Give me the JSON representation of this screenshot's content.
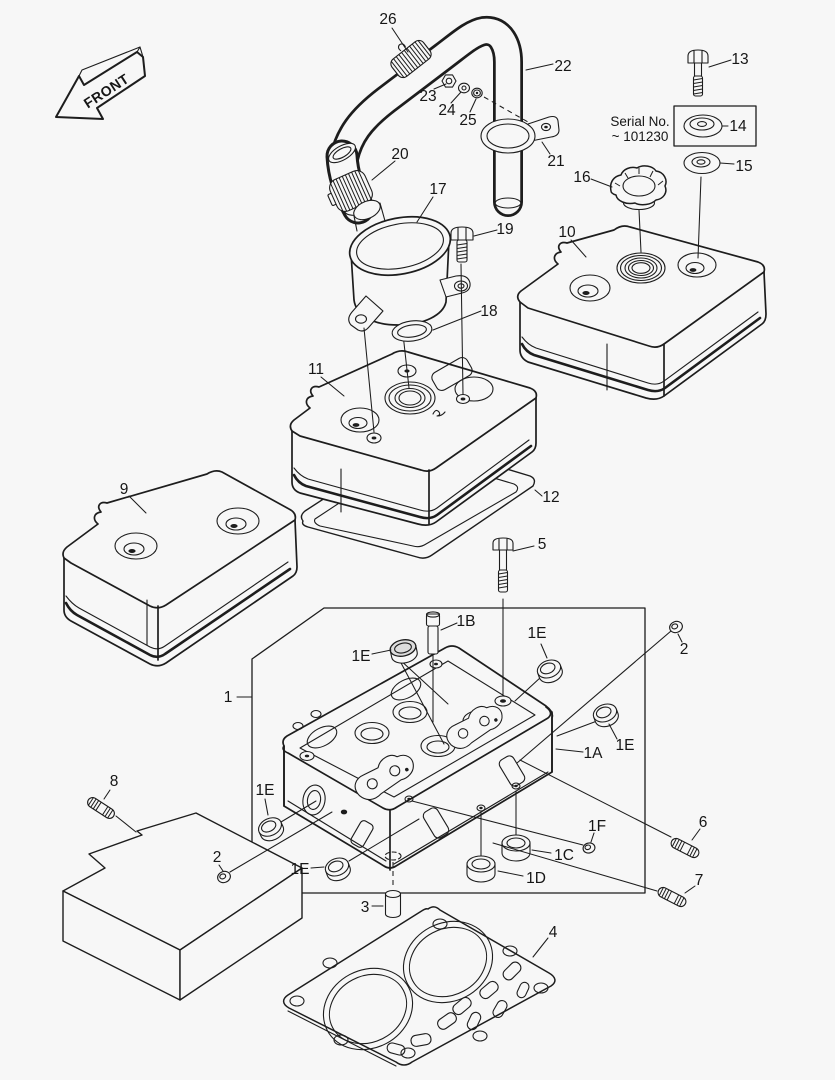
{
  "colors": {
    "background": "#f7f7f7",
    "line": "#1d1d1d",
    "text": "#161616"
  },
  "front_marker": {
    "label": "FRONT"
  },
  "serial_note": {
    "line1": "Serial No.",
    "line2": "~ 101230"
  },
  "callouts": {
    "n1": "1",
    "n2": "2",
    "n3": "3",
    "n4": "4",
    "n5": "5",
    "n6": "6",
    "n7": "7",
    "n8": "8",
    "n9": "9",
    "n10": "10",
    "n11": "11",
    "n12": "12",
    "n13": "13",
    "n14": "14",
    "n15": "15",
    "n16": "16",
    "n17": "17",
    "n18": "18",
    "n19": "19",
    "n20": "20",
    "n21": "21",
    "n22": "22",
    "n23": "23",
    "n24": "24",
    "n25": "25",
    "n26": "26",
    "n1a": "1A",
    "n1b": "1B",
    "n1c": "1C",
    "n1d": "1D",
    "n1e": "1E",
    "n1f": "1F"
  }
}
